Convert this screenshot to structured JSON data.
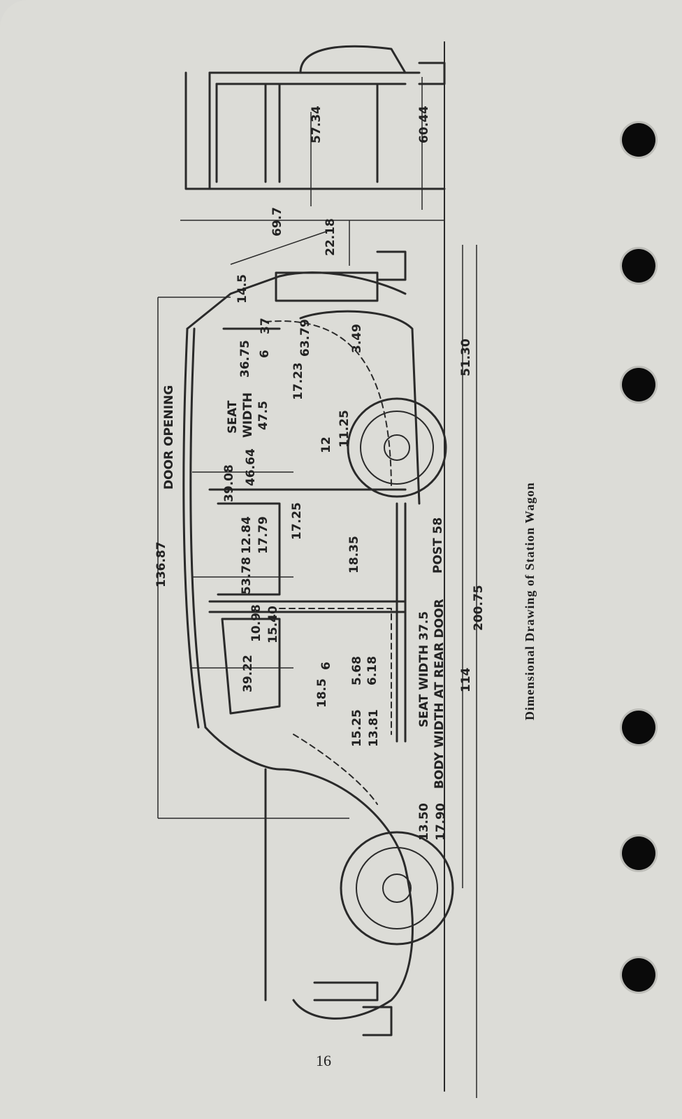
{
  "caption": "Dimensional Drawing of Station Wagon",
  "page_number": "16",
  "callouts": {
    "c57_34": "57.34",
    "c60_44": "60.44",
    "c69_7": "69.7",
    "c22_18": "22.18",
    "c14_5": "14.5",
    "c37": "37",
    "c63_79": "63.79",
    "c3_49": "3.49",
    "c36_75": "36.75",
    "c6a": "6",
    "c17_23": "17.23",
    "c51_30": "51.30",
    "seat": "SEAT",
    "width": "WIDTH",
    "c47_5": "47.5",
    "door_opening": "DOOR OPENING",
    "c12": "12",
    "c11_25": "11.25",
    "c46_64": "46.64",
    "c39_08": "39.08",
    "c17_25": "17.25",
    "c12_84": "12.84",
    "c17_79": "17.79",
    "c136_87": "136.87",
    "c53_78": "53.78",
    "c18_35": "18.35",
    "post58": "POST 58",
    "c200_75": "200.75",
    "c10_98": "10.98",
    "c15_40": "15.40",
    "seat_width_rear": "SEAT WIDTH 37.5",
    "body_width_rear": "BODY WIDTH AT REAR DOOR",
    "c39_22": "39.22",
    "c6b": "6",
    "c5_68": "5.68",
    "c6_18": "6.18",
    "c114": "114",
    "c18_5": "18.5",
    "c15_25": "15.25",
    "c13_81": "13.81",
    "c13_50": "13.50",
    "c17_90": "17.90"
  }
}
